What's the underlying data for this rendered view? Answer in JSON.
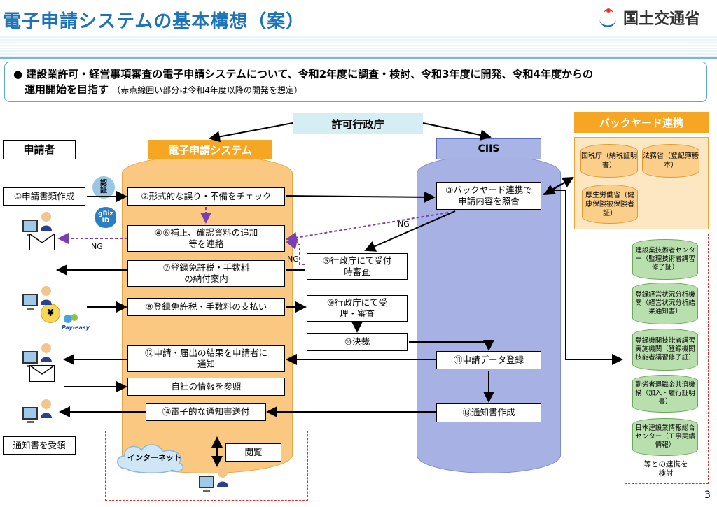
{
  "header": {
    "title": "電子申請システムの基本構想（案）",
    "org": "国土交通省"
  },
  "summary": {
    "line1": "● 建設業許可・経営事項審査の電子申請システムについて、令和2年度に調査・検討、令和3年度に開発、令和4年度からの",
    "line2": "運用開始を目指す",
    "note": "（赤点線囲い部分は令和4年度以降の開発を想定）"
  },
  "headers": {
    "authority": "許可行政庁",
    "applicant": "申請者",
    "system": "電子申請システム",
    "ciis": "CIIS",
    "backyard": "バックヤード連携"
  },
  "auth_icons": {
    "auth_label": "認証",
    "gbiz": "gBiz ID",
    "payeasy": "Pay-easy",
    "yen": "¥"
  },
  "steps": {
    "s1": "①申請書類作成",
    "s2": "②形式的な誤り・不備をチェック",
    "s3": "③バックヤード連携で申請内容を照合",
    "s46": "④⑥補正、確認資料の追加等を連絡",
    "s5": "⑤行政庁にて受付時審査",
    "s7": "⑦登録免許税・手数料の納付案内",
    "s8": "⑧登録免許税・手数料の支払い",
    "s9": "⑨行政庁にて受理・審査",
    "s10": "⑩決裁",
    "s11": "⑪申請データ登録",
    "s12": "⑫申請・届出の結果を申請者に通知",
    "ref": "自社の情報を参照",
    "s13": "⑬通知書作成",
    "s14": "⑭電子的な通知書送付",
    "receive": "通知書を受領",
    "internet": "インターネット",
    "browse": "閲覧",
    "ng": "NG"
  },
  "backyard_items": [
    "国税庁（納税証明書）",
    "法務省（登記簿謄本）",
    "厚生労働省（健康保険被保険者証）"
  ],
  "green_items": [
    "建設業技術者センター（監理技術者講習修了証）",
    "登録経営状況分析機関（経営状況分析結果通知書）",
    "登録機関技能者講習実施機関（登録機関技能者講習修了証）",
    "勤労者退職金共済機構（加入・履行証明書）",
    "日本建設業情報総合センター（工事実績情報）"
  ],
  "green_note": "等との連携を検討",
  "page_number": "3",
  "colors": {
    "title_blue": "#1d73b7",
    "system_orange": "#fbc881",
    "ciis_blue": "#a7b1e4",
    "red_dash": "#d9302d",
    "ng_purple": "#7b3fb3"
  }
}
